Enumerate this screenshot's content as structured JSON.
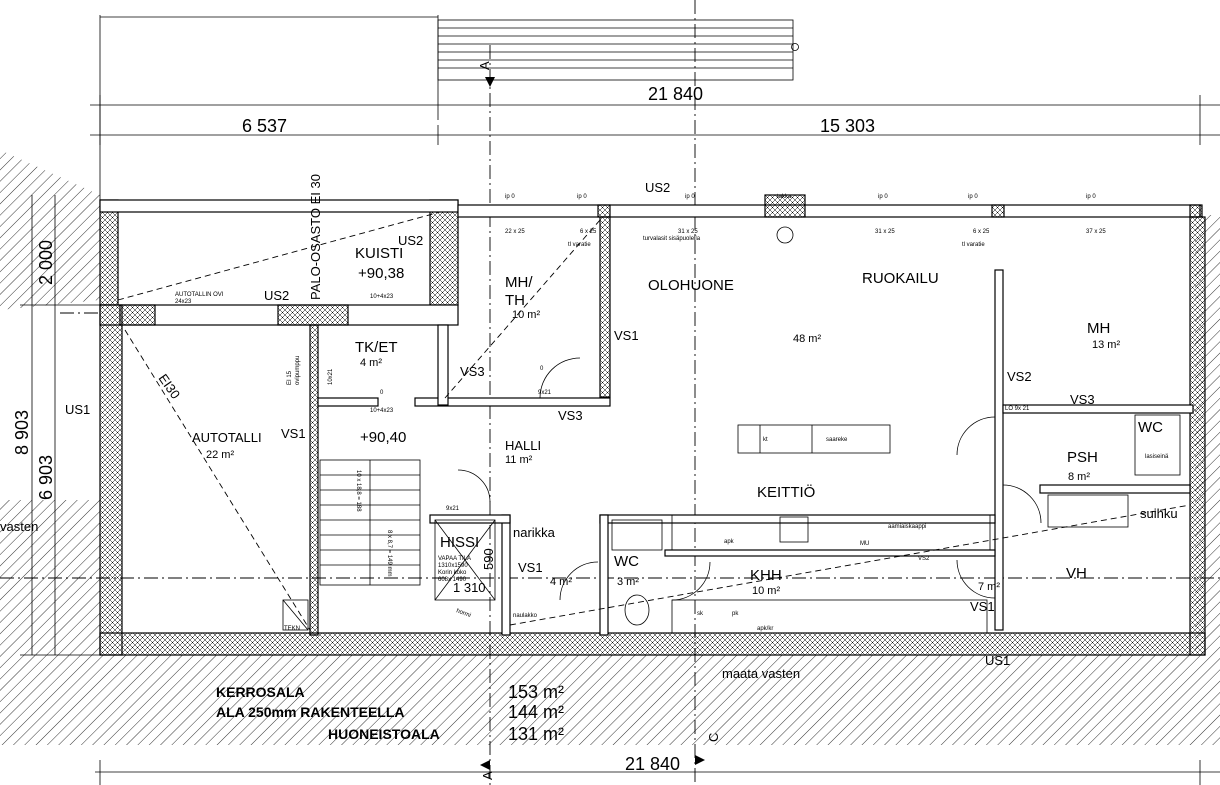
{
  "dimensions": {
    "top_total": "21 840",
    "top_left": "6 537",
    "top_right": "15 303",
    "bottom_total": "21 840",
    "left_top": "2 000",
    "left_total": "8 903",
    "left_inner": "6 903"
  },
  "rooms": {
    "kuisti": "KUISTI",
    "kuisti_level": "+90,38",
    "mh_th_1": "MH/",
    "mh_th_2": "TH",
    "mh_th_area": "10 m²",
    "olohuone": "OLOHUONE",
    "ruokailu": "RUOKAILU",
    "olohuone_area": "48 m²",
    "mh": "MH",
    "mh_area": "13 m²",
    "tk_et": "TK/ET",
    "tk_et_area": "4 m²",
    "autotalli": "AUTOTALLI",
    "autotalli_area": "22 m²",
    "level_main": "+90,40",
    "halli": "HALLI",
    "halli_area": "11 m²",
    "keittio": "KEITTIÖ",
    "psh": "PSH",
    "psh_area": "8 m²",
    "wc_psh": "WC",
    "suihku": "suihku",
    "hissi": "HISSI",
    "narikka": "narikka",
    "narikka_area": "4 m²",
    "wc": "WC",
    "wc_area": "3 m²",
    "khh": "KHH",
    "khh_area": "10 m²",
    "vh": "VH",
    "vh_area": "7 m²",
    "hissi_value": "1 310",
    "hissi_width": "590"
  },
  "labels": {
    "palo_osasto": "PALO-OSASTO EI 30",
    "autotallin_ovi": "AUTOTALLIN OVI",
    "autotallin_ovi_size": "24x23",
    "ei30": "EI30",
    "ei15": "EI 15",
    "ovipumppu": "ovipumppu",
    "us1": "US1",
    "us2": "US2",
    "vs1": "VS1",
    "vs2": "VS2",
    "vs3": "VS3",
    "ip0": "ip 0",
    "win_22x25": "22 x 25",
    "win_6x25": "6 x 25",
    "win_31x25": "31 x 25",
    "win_37x25": "37 x 25",
    "tl_varatie": "tl varatie",
    "turvalasit": "turvalasit sisäpuolella",
    "takka": "takka",
    "saareke": "saareke",
    "aamiaiskaappi": "aamiaiskaappi",
    "hormi": "hormi",
    "naulakko": "naulakko",
    "tekn": "TEKN",
    "maata_vasten": "maata vasten",
    "vasten_left": "vasten",
    "lasiseina": "lasiseinä",
    "door_9x21": "9x21",
    "door_10x21": "10x21",
    "door_10x4x23": "10+4x23",
    "lo_9x21": "LO 9x 21",
    "section_a": "A",
    "section_c": "C",
    "hissi_info_1": "VAPAA TILA",
    "hissi_info_2": "1310x1590",
    "hissi_info_3": "Korin koko",
    "hissi_info_4": "608x 1490",
    "stair_info": "10 x 18,8 = 188",
    "stair_info_2": "8 x 8,7 = 149 mm",
    "apk": "apk",
    "mu": "MU",
    "sk": "sk",
    "pk": "pk",
    "apkkr": "apk/kr",
    "kt": "kt",
    "zero": "0"
  },
  "summary": {
    "kerrosala_label": "KERROSALA",
    "kerrosala_value": "153 m²",
    "ala250_label": "ALA 250mm RAKENTEELLA",
    "ala250_value": "144 m²",
    "huoneistoala_label": "HUONEISTOALA",
    "huoneistoala_value": "131 m²"
  }
}
